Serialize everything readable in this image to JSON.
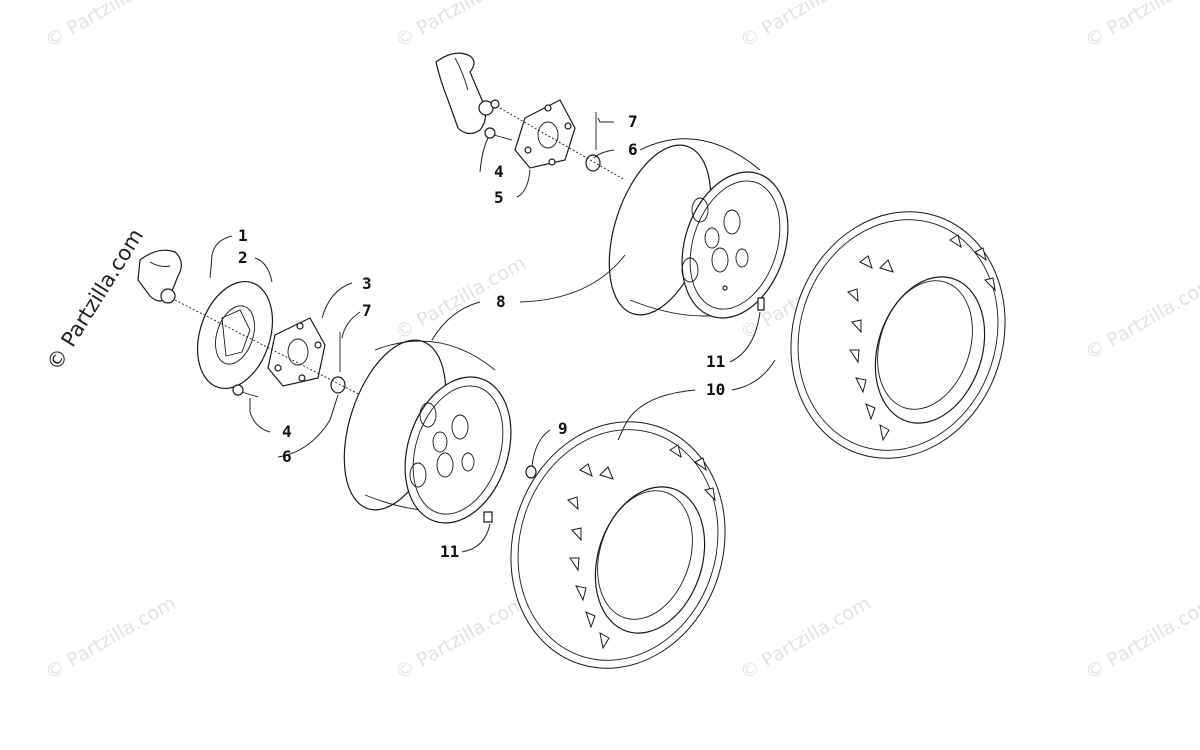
{
  "brand_text": "© Partzilla.com",
  "watermark_text": "© Partzilla.com",
  "callouts": [
    "1",
    "2",
    "3",
    "7",
    "4",
    "6",
    "8",
    "9",
    "11",
    "7",
    "6",
    "4",
    "5",
    "11",
    "10"
  ]
}
